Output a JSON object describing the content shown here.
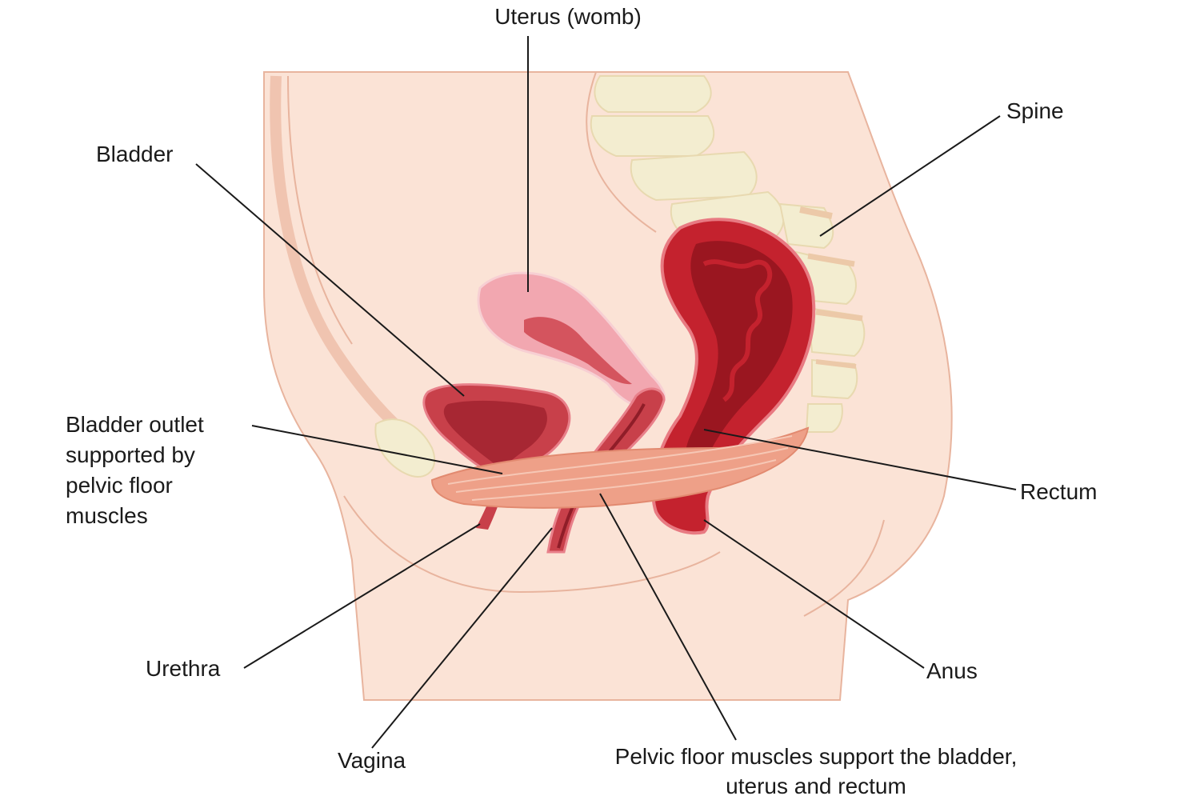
{
  "labels": {
    "uterus": "Uterus (womb)",
    "spine": "Spine",
    "bladder": "Bladder",
    "bladder_outlet": [
      "Bladder outlet",
      "supported by",
      "pelvic floor",
      "muscles"
    ],
    "rectum": "Rectum",
    "urethra": "Urethra",
    "anus": "Anus",
    "vagina": "Vagina",
    "pelvic_floor": [
      "Pelvic floor muscles support the bladder,",
      "uterus and rectum"
    ]
  },
  "colors": {
    "skin": "#fbe3d6",
    "skin_shadow": "#f6cdbb",
    "outline": "#e8b49e",
    "bone": "#f3edd0",
    "bone_joint": "#ecc9a8",
    "uterus": "#f2a7b0",
    "uterus_inner": "#d4545e",
    "bladder": "#c8404a",
    "bladder_inner": "#a72733",
    "rectum": "#c4222e",
    "rectum_inner": "#9a1620",
    "muscle": "#eea088",
    "muscle_line": "#f6c7b5"
  }
}
